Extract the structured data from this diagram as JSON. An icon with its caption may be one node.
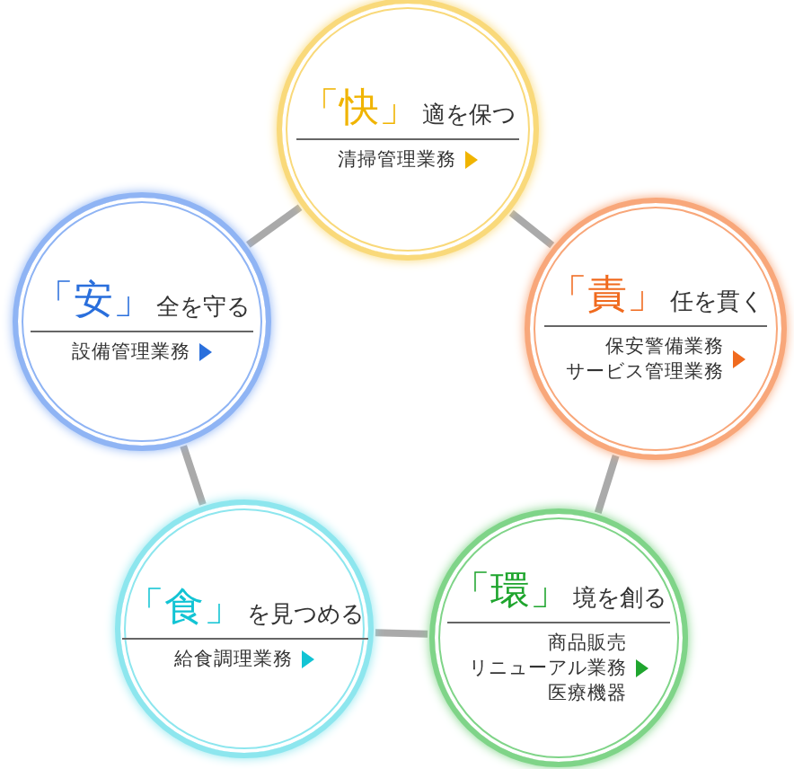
{
  "diagram": {
    "nodes": [
      {
        "text": [
          "「快」",
          "適を保つ",
          "清掃管理業務"
        ]
      },
      {
        "text": [
          "「安」",
          "全を守る",
          "設備管理業務"
        ]
      },
      {
        "text": [
          "「責」",
          "任を貫く",
          "保安警備業務",
          "サービス管理業務"
        ]
      },
      {
        "text": [
          "「食」",
          "を見つめる",
          "給食調理業務"
        ]
      },
      {
        "text": [
          "「環」",
          "境を創る",
          "商品販売",
          "リニューアル業務",
          "医療機器"
        ]
      }
    ],
    "edges": [
      {
        "from": 0,
        "to": 1,
        "arrow": "none"
      },
      {
        "from": 0,
        "to": 2,
        "arrow": "none"
      },
      {
        "from": 2,
        "to": 4,
        "arrow": "none"
      },
      {
        "from": 4,
        "to": 3,
        "arrow": "none"
      },
      {
        "from": 3,
        "to": 1,
        "arrow": "none"
      }
    ]
  }
}
